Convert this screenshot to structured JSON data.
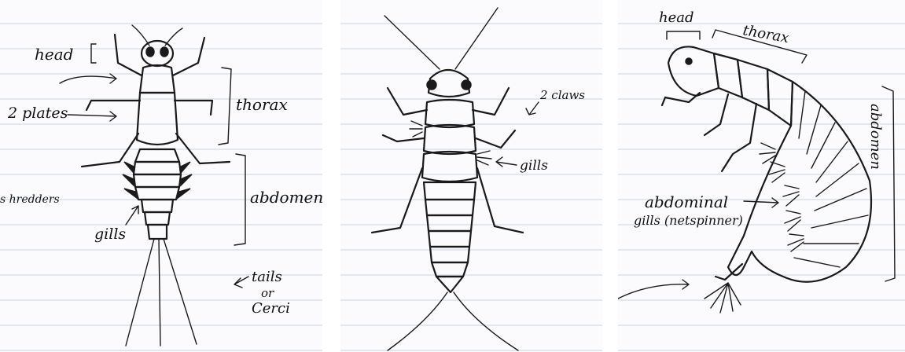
{
  "panel_1": {
    "labels": {
      "head": "head",
      "plates": "2 plates",
      "thorax": "thorax",
      "shredders": "s hredders",
      "abdomen": "abdomen",
      "gills": "gills",
      "tails": "tails",
      "or": "or",
      "cerci": "Cerci"
    }
  },
  "panel_2": {
    "labels": {
      "claws": "2 claws",
      "gills": "gills"
    }
  },
  "panel_3": {
    "labels": {
      "head": "head",
      "thorax": "thorax",
      "abdomen": "abdomen",
      "abdominal": "abdominal",
      "gills_note": "gills (netspinner)"
    }
  }
}
